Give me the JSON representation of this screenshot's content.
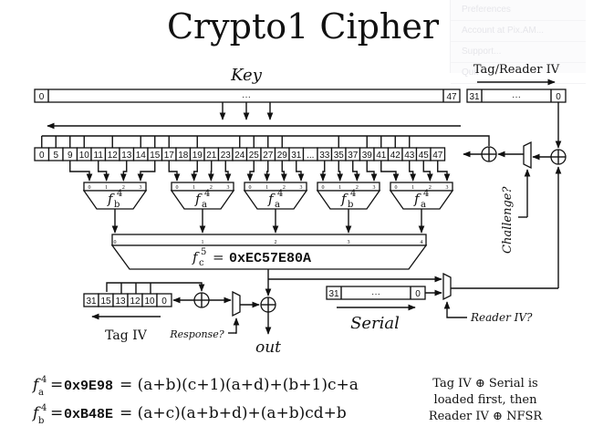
{
  "title": "Crypto1 Cipher",
  "menu_ghost": {
    "items": [
      "Preferences",
      "Account at Pix.AM...",
      "Support...",
      "Quit"
    ]
  },
  "key_register": {
    "label": "Key",
    "first_index": "0",
    "ellipsis": "···",
    "last_index": "47"
  },
  "tag_reader_iv_register": {
    "label": "Tag/Reader IV",
    "first_index": "31",
    "ellipsis": "···",
    "last_index": "0"
  },
  "lfsr": {
    "cells": [
      "0",
      "5",
      "9",
      "10",
      "11",
      "12",
      "13",
      "14",
      "15",
      "17",
      "18",
      "19",
      "21",
      "23",
      "24",
      "25",
      "27",
      "29",
      "31",
      "...",
      "33",
      "35",
      "37",
      "39",
      "41",
      "42",
      "43",
      "45",
      "47"
    ],
    "feedback_taps": [
      "0",
      "5",
      "9",
      "10",
      "12",
      "14",
      "15",
      "17",
      "19",
      "24",
      "25",
      "27",
      "29",
      "35",
      "39",
      "41",
      "42",
      "43"
    ]
  },
  "filter_functions": [
    {
      "name": "f",
      "sub": "b",
      "sup": "4",
      "inputs": [
        "0",
        "1",
        "2",
        "3"
      ],
      "taps": [
        "9",
        "11",
        "13",
        "15"
      ]
    },
    {
      "name": "f",
      "sub": "a",
      "sup": "4",
      "inputs": [
        "0",
        "1",
        "2",
        "3"
      ],
      "taps": [
        "17",
        "19",
        "21",
        "23"
      ]
    },
    {
      "name": "f",
      "sub": "a",
      "sup": "4",
      "inputs": [
        "0",
        "1",
        "2",
        "3"
      ],
      "taps": [
        "25",
        "27",
        "29",
        "31"
      ]
    },
    {
      "name": "f",
      "sub": "b",
      "sup": "4",
      "inputs": [
        "0",
        "1",
        "2",
        "3"
      ],
      "taps": [
        "33",
        "35",
        "37",
        "39"
      ]
    },
    {
      "name": "f",
      "sub": "a",
      "sup": "4",
      "inputs": [
        "0",
        "1",
        "2",
        "3"
      ],
      "taps": [
        "41",
        "43",
        "45",
        "47"
      ]
    }
  ],
  "fc": {
    "name": "f",
    "sub": "c",
    "sup": "5",
    "eq": "=",
    "value": "0xEC57E80A",
    "inputs": [
      "0",
      "1",
      "2",
      "3",
      "4"
    ]
  },
  "tag_iv_register": {
    "cells": [
      "31",
      "15",
      "13",
      "12",
      "10",
      "0"
    ],
    "label": "Tag IV"
  },
  "serial_register": {
    "first_index": "31",
    "ellipsis": "···",
    "last_index": "0",
    "label": "Serial"
  },
  "labels": {
    "challenge": "Challenge?",
    "response": "Response?",
    "reader_iv": "Reader IV?",
    "out": "out"
  },
  "equations": [
    {
      "name": "f",
      "sub": "a",
      "sup": "4",
      "hex": "0x9E98",
      "expr": "= (a+b)(c+1)(a+d)+(b+1)c+a"
    },
    {
      "name": "f",
      "sub": "b",
      "sup": "4",
      "hex": "0xB48E",
      "expr": "= (a+c)(a+b+d)+(a+b)cd+b"
    }
  ],
  "note": {
    "lines": [
      "Tag IV ⊕ Serial is",
      "loaded first, then",
      "Reader IV ⊕ NFSR"
    ]
  }
}
